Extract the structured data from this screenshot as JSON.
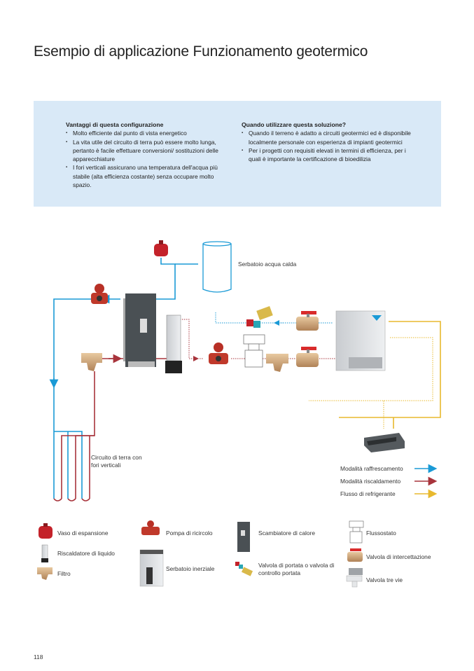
{
  "page": {
    "title": "Esempio di applicazione Funzionamento geotermico",
    "page_number": "118"
  },
  "infobox": {
    "advantages": {
      "heading": "Vantaggi di questa configurazione",
      "items": [
        "Molto efficiente dal punto di vista energetico",
        "La vita utile del circuito di terra può essere molto lunga, pertanto è facile effettuare conversioni/ sostituzioni delle apparecchiature",
        "I fori verticali assicurano una temperatura dell'acqua più stabile (alta efficienza costante) senza occupare molto spazio."
      ]
    },
    "when_to_use": {
      "heading": "Quando utilizzare questa soluzione?",
      "items": [
        "Quando il terreno è adatto a circuiti geotermici ed è disponibile localmente personale con esperienza di impianti geotermici",
        "Per i progetti con requisiti elevati in termini di efficienza, per i quali è importante la certificazione di bioedilizia"
      ]
    }
  },
  "diagram": {
    "labels": {
      "hot_water_tank": "Serbatoio acqua calda",
      "ground_loop": "Circuito di terra con fori verticali"
    },
    "legend": [
      {
        "label": "Modalità raffrescamento",
        "color": "#1a9ad6"
      },
      {
        "label": "Modalità riscaldamento",
        "color": "#a8343c"
      },
      {
        "label": "Flusso di refrigerante",
        "color": "#e8b92e"
      }
    ]
  },
  "components_key": [
    {
      "icon": "expansion-vessel-icon",
      "label": "Vaso di espansione"
    },
    {
      "icon": "liquid-heater-icon",
      "label": "Riscaldatore di liquido"
    },
    {
      "icon": "filter-icon",
      "label": "Filtro"
    },
    {
      "icon": "circulation-pump-icon",
      "label": "Pompa di ricircolo"
    },
    {
      "icon": "buffer-tank-icon",
      "label": "Serbatoio inerziale"
    },
    {
      "icon": "heat-exchanger-icon",
      "label": "Scambiatore di calore"
    },
    {
      "icon": "flow-valve-icon",
      "label": "Valvola di portata o valvola di controllo portata"
    },
    {
      "icon": "flow-switch-icon",
      "label": "Flussostato"
    },
    {
      "icon": "shutoff-valve-icon",
      "label": "Valvola di intercettazione"
    },
    {
      "icon": "three-way-valve-icon",
      "label": "Valvola tre vie"
    }
  ],
  "colors": {
    "cooling": "#1a9ad6",
    "heating": "#a8343c",
    "refrigerant": "#e8b92e",
    "infobox_bg": "#d9e9f7"
  }
}
